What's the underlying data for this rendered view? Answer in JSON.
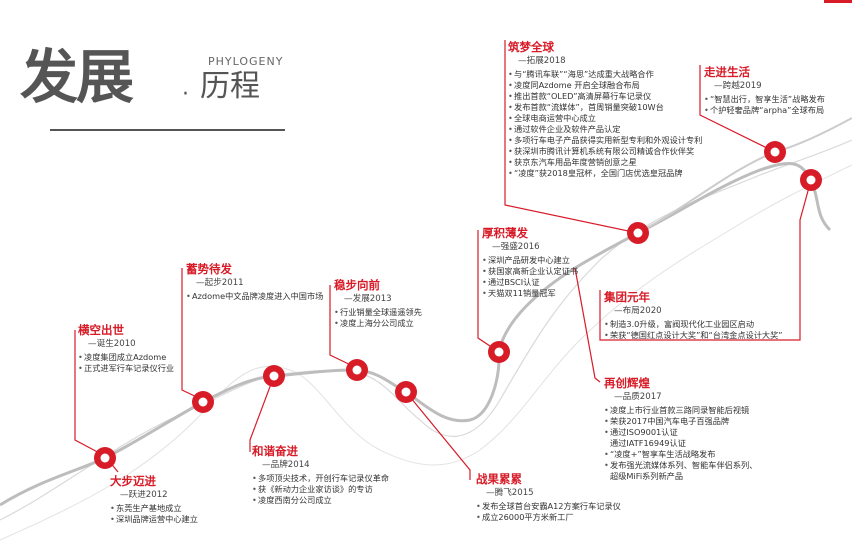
{
  "header": {
    "title_main": "发展",
    "title_sub": "历程",
    "title_en": "PHYLOGENY"
  },
  "colors": {
    "accent": "#d71c28",
    "curve": "#cfcfcf",
    "curve_dark": "#b9b9b9"
  },
  "milestones": [
    {
      "title": "大步迈进",
      "subtitle": "—跃进2012",
      "items": [
        "东莞生产基地成立",
        "深圳品牌运营中心建立"
      ]
    },
    {
      "title": "横空出世",
      "subtitle": "—诞生2010",
      "items": [
        "凌度集团成立Azdome",
        "正式进军行车记录仪行业"
      ]
    },
    {
      "title": "蓄势待发",
      "subtitle": "—起步2011",
      "items": [
        "Azdome中文品牌凌度进入中国市场"
      ]
    },
    {
      "title": "和谐奋进",
      "subtitle": "—品牌2014",
      "items": [
        "多项顶尖技术，开创行车记录仪革命",
        "获《新动力企业家访谈》的专访",
        "凌度西南分公司成立"
      ]
    },
    {
      "title": "稳步向前",
      "subtitle": "—发展2013",
      "items": [
        "行业销量全球遥遥领先",
        "凌度上海分公司成立"
      ]
    },
    {
      "title": "战果累累",
      "subtitle": "—腾飞2015",
      "items": [
        "发布全球首台安霸A12方案行车记录仪",
        "成立26000平方米新工厂"
      ]
    },
    {
      "title": "厚积薄发",
      "subtitle": "—强盛2016",
      "items": [
        "深圳产品研发中心建立",
        "获国家高新企业认定证书",
        "通过BSCI认证",
        "天猫双11销量冠军"
      ]
    },
    {
      "title": "再创辉煌",
      "subtitle": "—品质2017",
      "items": [
        "凌度上市行业首款三路同录智能后视镜",
        "荣获2017中国汽车电子百强品牌",
        "通过ISO9001认证\n通过IATF16949认证",
        "“凌度+”智享车生活战略发布",
        "发布强光流媒体系列、智能车伴侣系列、\n超级MiFi系列新产品"
      ]
    },
    {
      "title": "集团元年",
      "subtitle": "—布局2020",
      "items": [
        "制造3.0升级，富阀现代化工业园区启动",
        "荣获“德国红点设计大奖”和“台湾金点设计大奖”"
      ]
    },
    {
      "title": "筑梦全球",
      "subtitle": "—拓展2018",
      "items": [
        "与“腾讯车联”“海思”达成重大战略合作",
        "凌度同Azdome 开启全球融合布局",
        "推出首款“OLED”高清屏幕行车记录仪",
        "发布首款“流媒体”，首周销量突破10W台",
        "全球电商运营中心成立",
        "通过软件企业及软件产品认定",
        "多项行车电子产品获得实用新型专利和外观设计专利",
        "获深圳市腾讯计算机系统有限公司精诚合作伙伴奖",
        "获京东汽车用品年度营销创意之星",
        "“凌度”获2018皇冠杯，全国门店优选皇冠品牌"
      ]
    },
    {
      "title": "走进生活",
      "subtitle": "—跨越2019",
      "items": [
        "“智慧出行，智享生活”战略发布",
        "个护轻奢品牌“arpha”全球布局"
      ]
    }
  ]
}
